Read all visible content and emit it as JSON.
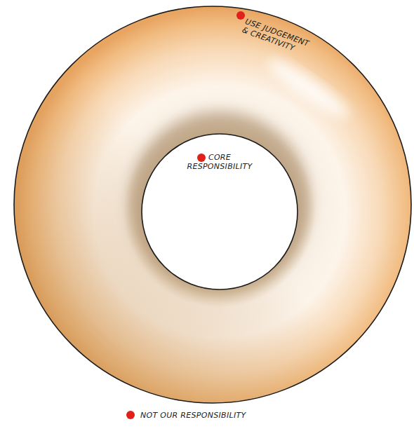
{
  "diagram": {
    "nodes": [
      {
        "text": [
          "USE JUDGEMENT & CREATIVITY"
        ]
      },
      {
        "text": [
          "CORE RESPONSIBILITY"
        ],
        "in": 0
      }
    ],
    "labels": [
      "NOT OUR RESPONSIBILITY"
    ]
  }
}
